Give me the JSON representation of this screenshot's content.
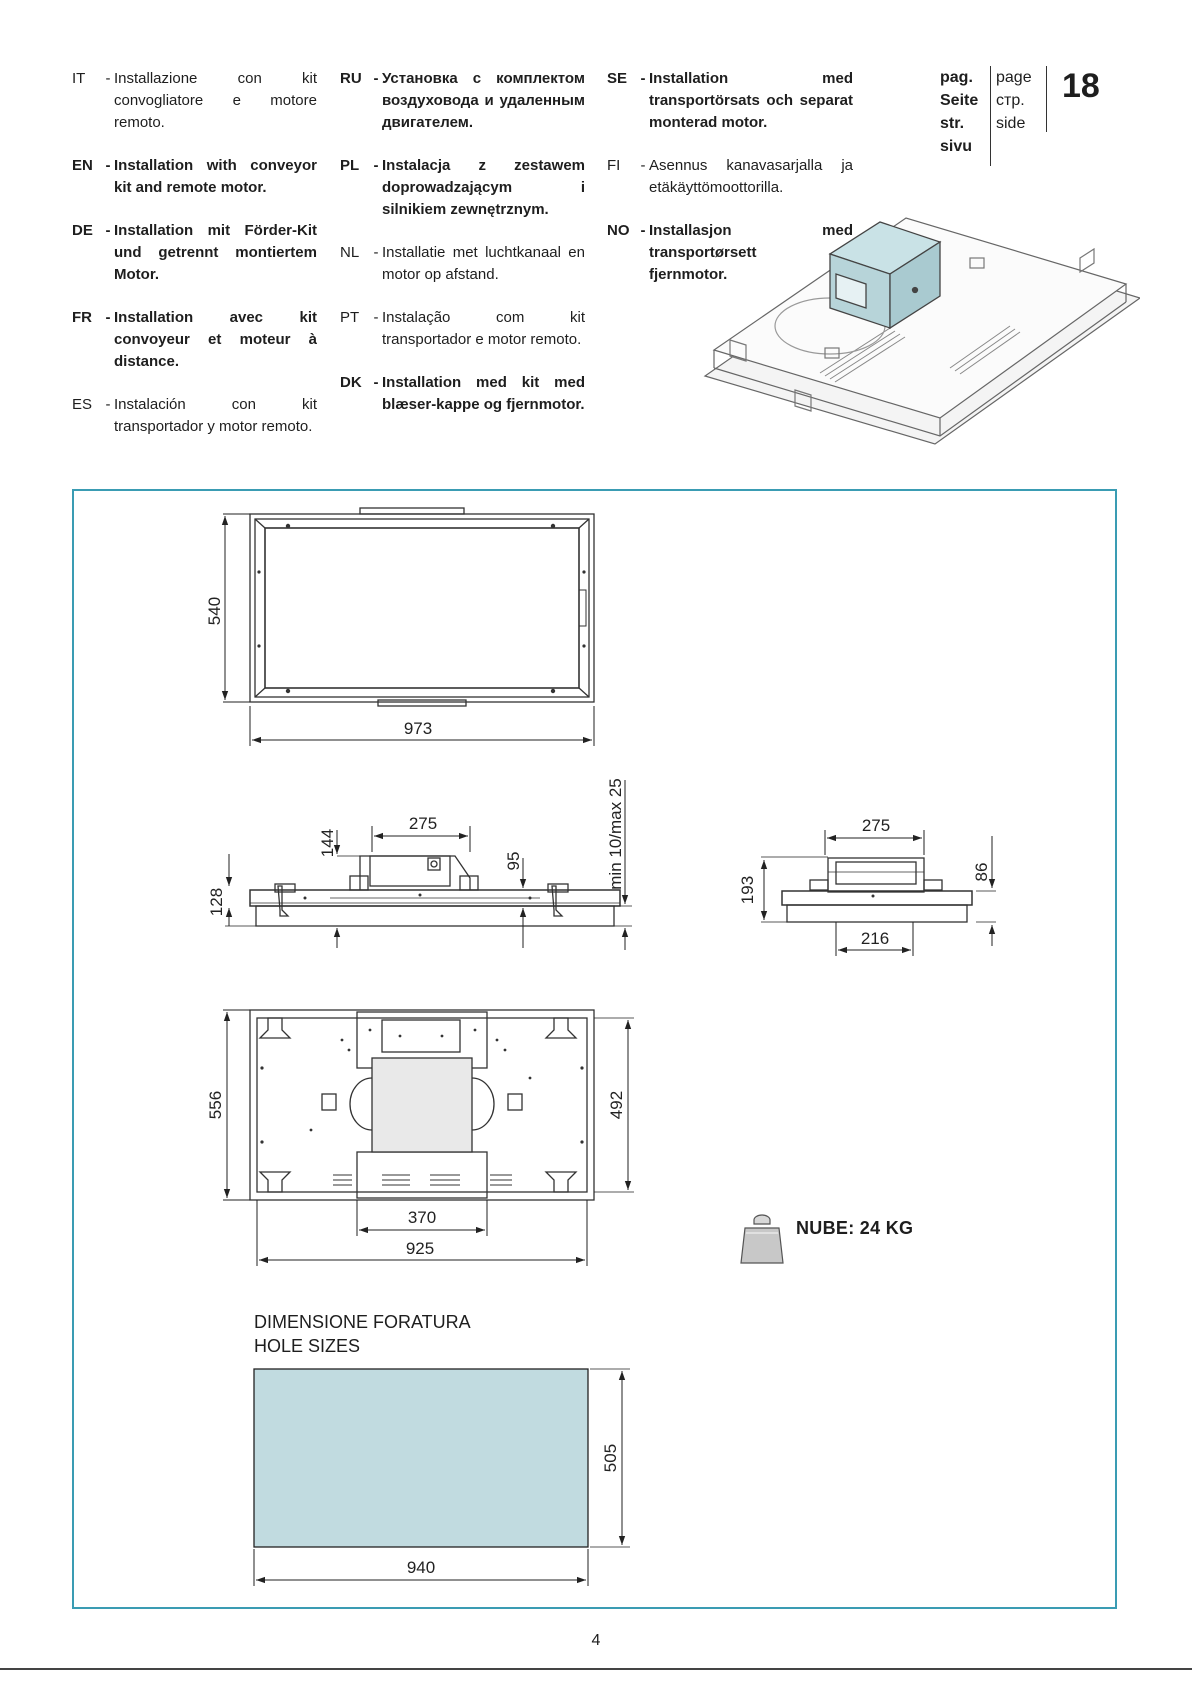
{
  "instructions": {
    "col1": [
      {
        "code": "IT",
        "text": "Installazione con kit convogliatore e motore remoto.",
        "bold": false
      },
      {
        "code": "EN",
        "text": "Installation with conveyor kit and remote motor.",
        "bold": true
      },
      {
        "code": "DE",
        "text": "Installation mit Förder-Kit und getrennt montiertem Motor.",
        "bold": true
      },
      {
        "code": "FR",
        "text": "Installation avec kit convoyeur et moteur à distance.",
        "bold": true
      },
      {
        "code": "ES",
        "text": "Instalación con kit transportador y motor remoto.",
        "bold": false
      }
    ],
    "col2": [
      {
        "code": "RU",
        "text": "Установка с комплектом воздуховода и удаленным двигателем.",
        "bold": true
      },
      {
        "code": "PL",
        "text": "Instalacja z zestawem doprowadzającym i silnikiem zewnętrznym.",
        "bold": true
      },
      {
        "code": "NL",
        "text": "Installatie met luchtkanaal en motor op afstand.",
        "bold": false
      },
      {
        "code": "PT",
        "text": "Instalação com kit transportador e motor remoto.",
        "bold": false
      },
      {
        "code": "DK",
        "text": "Installation med kit med blæser-kappe og fjernmotor.",
        "bold": true
      }
    ],
    "col3": [
      {
        "code": "SE",
        "text": "Installation med transportörsats och separat monterad motor.",
        "bold": true
      },
      {
        "code": "FI",
        "text": "Asennus kanavasarjalla ja etäkäyttömoottorilla.",
        "bold": false
      },
      {
        "code": "NO",
        "text": "Installasjon med transportørsett og fjernmotor.",
        "bold": true
      }
    ]
  },
  "page_ref": {
    "labels_a": [
      "pag.",
      "Seite",
      "str.",
      "sivu"
    ],
    "labels_b": [
      "page",
      "стр.",
      "side"
    ],
    "number": "18"
  },
  "dimensions": {
    "top_height": "540",
    "top_width": "973",
    "side_duct_width": "275",
    "side_duct_height": "144",
    "side_total_height": "128",
    "side_inner": "95",
    "side_clearance": "min 10/max 25",
    "end_duct_width": "275",
    "end_total_height": "193",
    "end_body_height": "86",
    "end_base_width": "216",
    "bottom_height": "556",
    "bottom_inner_height": "492",
    "bottom_duct_width": "370",
    "bottom_width": "925",
    "hole_height": "505",
    "hole_width": "940"
  },
  "weight": {
    "label": "NUBE:  24 KG"
  },
  "hole_sizes": {
    "title_it": "DIMENSIONE FORATURA",
    "title_en": "HOLE SIZES"
  },
  "colors": {
    "frame": "#3a9cb3",
    "hole_fill": "#c1dbe0",
    "duct_fill": "#c9e2e6"
  },
  "footer": {
    "page_number": "4"
  }
}
